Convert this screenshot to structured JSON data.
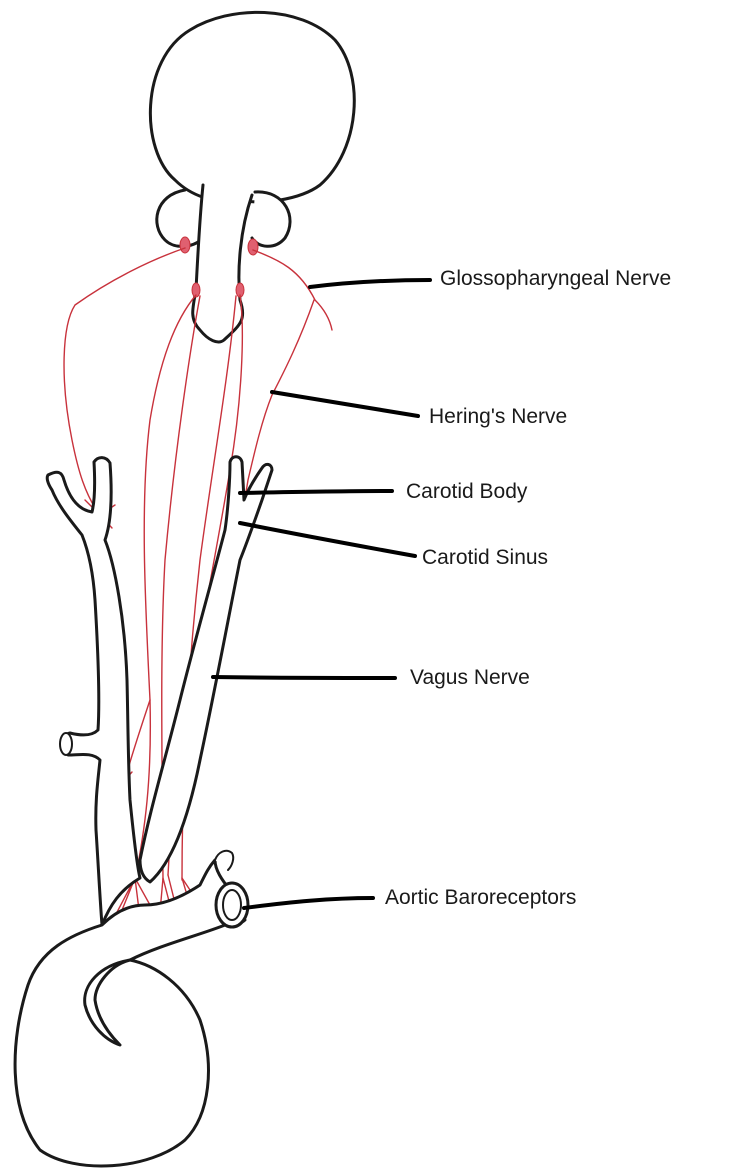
{
  "labels": {
    "glossopharyngeal": "Glossopharyngeal Nerve",
    "herings": "Hering's Nerve",
    "carotid_body": "Carotid Body",
    "carotid_sinus": "Carotid Sinus",
    "vagus": "Vagus Nerve",
    "aortic": "Aortic Baroreceptors"
  },
  "colors": {
    "outline": "#1a1a1a",
    "nerve": "#c8323c",
    "leader": "#000000",
    "background": "#ffffff"
  }
}
